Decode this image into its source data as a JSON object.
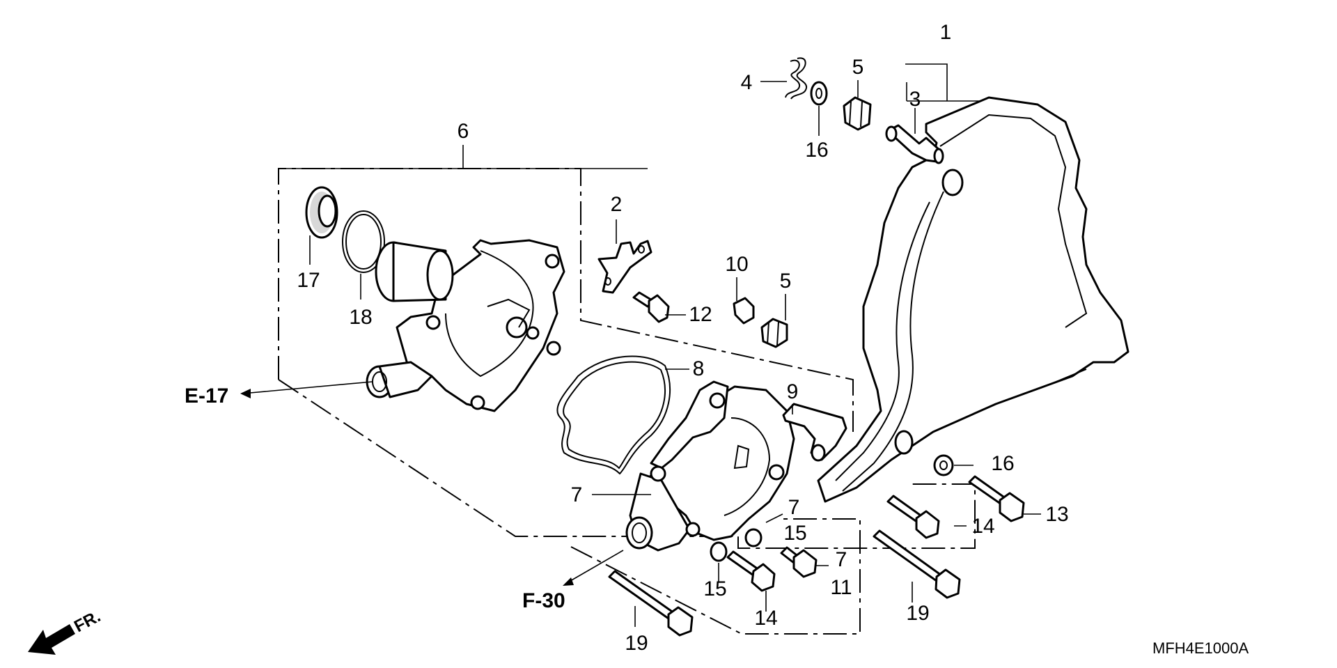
{
  "callouts": [
    "1",
    "2",
    "3",
    "4",
    "5",
    "5",
    "6",
    "7",
    "7",
    "7",
    "8",
    "9",
    "10",
    "11",
    "12",
    "13",
    "14",
    "14",
    "15",
    "15",
    "16",
    "16",
    "17",
    "18",
    "19",
    "19"
  ],
  "refs": {
    "e17": "E-17",
    "f30": "F-30"
  },
  "direction": {
    "label": "FR."
  },
  "drawing_code": "MFH4E1000A"
}
